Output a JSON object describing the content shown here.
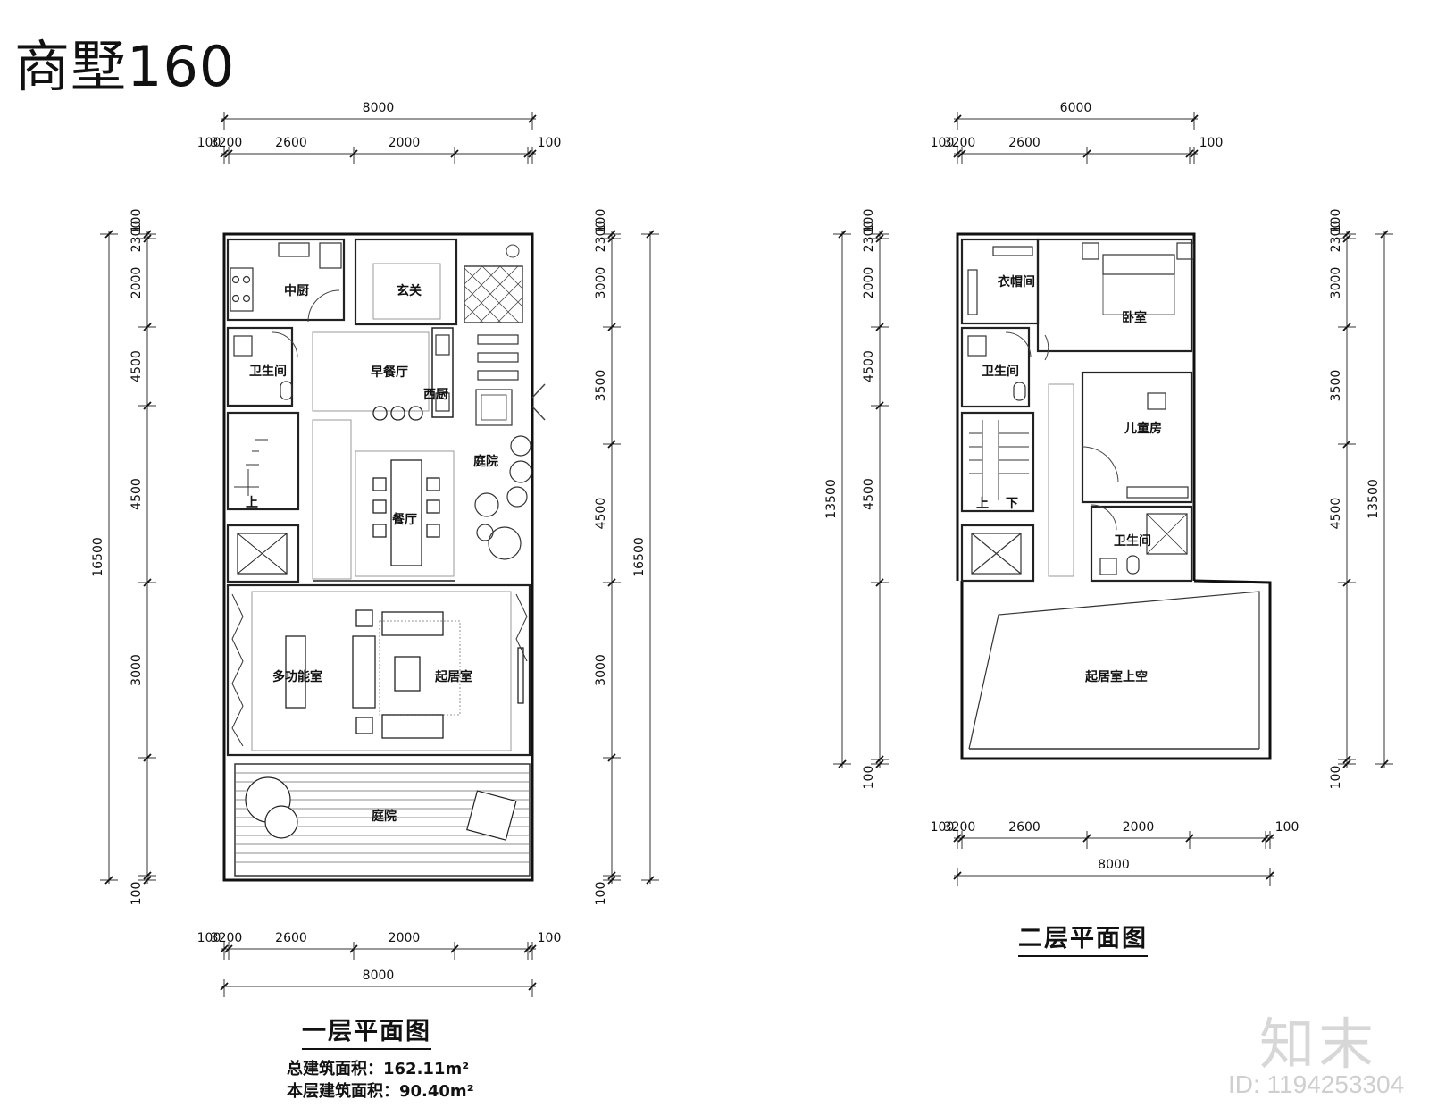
{
  "page_title": "商墅160",
  "floor1": {
    "caption": "一层平面图",
    "total_area_label": "总建筑面积：162.11m²",
    "floor_area_label": "本层建筑面积：90.40m²",
    "dims": {
      "top_total": "8000",
      "top_segments": [
        "100",
        "3200",
        "2600",
        "2000",
        "100"
      ],
      "bottom_total": "8000",
      "bottom_segments": [
        "100",
        "3200",
        "2600",
        "2000",
        "100"
      ],
      "left_total": "16500",
      "left_segments": [
        "100",
        "2300",
        "2000",
        "4500",
        "4500",
        "3000",
        "100"
      ],
      "right_total": "16500",
      "right_segments": [
        "100",
        "2300",
        "3000",
        "3500",
        "4500",
        "3000",
        "100"
      ]
    },
    "rooms": {
      "kitchen": "中厨",
      "foyer": "玄关",
      "bathroom": "卫生间",
      "breakfast": "早餐厅",
      "west_kitchen": "西厨",
      "courtyard_side": "庭院",
      "dining": "餐厅",
      "stair_up": "上",
      "multi_room": "多功能室",
      "living": "起居室",
      "courtyard_rear": "庭院"
    }
  },
  "floor2": {
    "caption": "二层平面图",
    "dims": {
      "top_total": "6000",
      "top_segments": [
        "100",
        "3200",
        "2600",
        "100"
      ],
      "bottom_total": "8000",
      "bottom_segments": [
        "100",
        "3200",
        "2600",
        "2000",
        "100"
      ],
      "left_total": "13500",
      "left_segments": [
        "100",
        "2300",
        "2000",
        "4500",
        "4500",
        "100"
      ],
      "right_total": "13500",
      "right_segments": [
        "100",
        "2300",
        "3000",
        "3500",
        "4500",
        "100"
      ]
    },
    "rooms": {
      "closet": "衣帽间",
      "bedroom": "卧室",
      "bathroom_a": "卫生间",
      "kids_room": "儿童房",
      "stair_up": "上",
      "stair_down": "下",
      "bathroom_b": "卫生间",
      "void": "起居室上空"
    }
  },
  "watermark": {
    "brand": "知末",
    "image_id": "ID: 1194253304"
  },
  "colors": {
    "wall": "#111111",
    "line": "#333333",
    "thin": "#777777",
    "watermark": "#d7d7d7"
  }
}
